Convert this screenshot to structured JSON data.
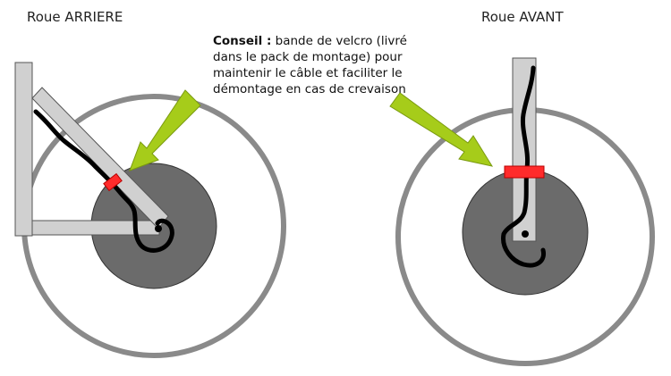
{
  "diagram": {
    "rear_wheel_title": "Roue ARRIERE",
    "front_wheel_title": "Roue AVANT",
    "tip": {
      "label": "Conseil :",
      "lines": [
        "bande de velcro (livré",
        "dans le pack de montage) pour",
        "maintenir le câble et faciliter le",
        "démontage en cas de crevaison"
      ]
    },
    "colors": {
      "wheel_outline": "#8a8a8a",
      "hub_disc": "#6b6b6b",
      "frame_fill": "#d0d0d0",
      "frame_stroke": "#555555",
      "cable": "#000000",
      "velcro": "#ff2b2b",
      "arrow": "#a6cc1a"
    }
  }
}
